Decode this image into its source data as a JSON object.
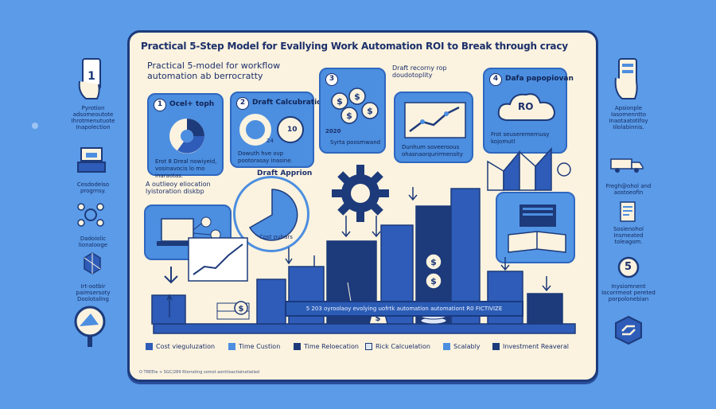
{
  "title": "Practical 5-Step Model for Evallying Work Automation ROI to Break through cracy",
  "subtitle": "Practical 5-model for workflow automation ab berrocratty",
  "cards": [
    {
      "num": "1",
      "title": "Ocel+ toph",
      "caption": "Erot 8 Dreal nowiyeid, vosinavocis lo mo inaraotas."
    },
    {
      "num": "2",
      "title": "Draft Calcubration",
      "caption": "Dowuth hve ovp pootorasay inasine."
    },
    {
      "num": "3",
      "title": "Draft Apprion",
      "caption": "Cost pubars"
    },
    {
      "num": "4",
      "title": "Dafa papopiovan",
      "caption": "Frot seuseremernusy kojomutl"
    }
  ],
  "top_cards": [
    {
      "title": "Draft recorny rop doudotoplity",
      "caption": "Dunhum soveeroous ohasnaorqurirmensity"
    },
    {
      "title": "",
      "caption": "Syrta poosmwand"
    }
  ],
  "misc_labels": {
    "allocation": "A outlieoy eliocation lyistoration diskbp",
    "ro_badge": "RO",
    "value_2020": "2020",
    "value_10": "10",
    "value_24": "24"
  },
  "banner": "5 203 oyroolaoy evolying uofrtk automation automationt R0 FICTIVIZE",
  "legend": [
    {
      "label": "Cost vieguluzation",
      "color": "#2e5cb8"
    },
    {
      "label": "Time Custion",
      "color": "#4c8ee0"
    },
    {
      "label": "Time Reloecation",
      "color": "#1d3a7a"
    },
    {
      "label": "Rick Calcuelation",
      "color": "#dfe8f7"
    },
    {
      "label": "Scalably",
      "color": "#4c8ee0"
    },
    {
      "label": "Investment Reaveral",
      "color": "#1d3a7a"
    }
  ],
  "footer": "O TREEte + SGC/289 Rtorrating somot aonttioactialnetialied",
  "left_side": [
    {
      "text": "Pyrotion adsomeoutote Ihrotmenutuote Inapolection"
    },
    {
      "text": "Cesdodeiso progrnsy."
    },
    {
      "text": "Dadoiolic lionalooge"
    },
    {
      "text": "Irt-ootbir paimsersoty Doolotaling"
    }
  ],
  "right_side": [
    {
      "text": "Apsionple Iasomenntto Inaotaatotifoy Iilolabinnis."
    },
    {
      "text": "Fregh@ohol and aostoeofin"
    },
    {
      "text": "Sosienohol Insmeated toleagom."
    },
    {
      "text": "Inysiomnent Iocorrmeot pereted porpolonebian"
    }
  ],
  "step_5": "5",
  "colors": {
    "background": "#5b9be8",
    "board": "#fbf3df",
    "navy": "#1d3a7a",
    "blue": "#4c8ee0",
    "dark_blue": "#2e5cb8"
  }
}
